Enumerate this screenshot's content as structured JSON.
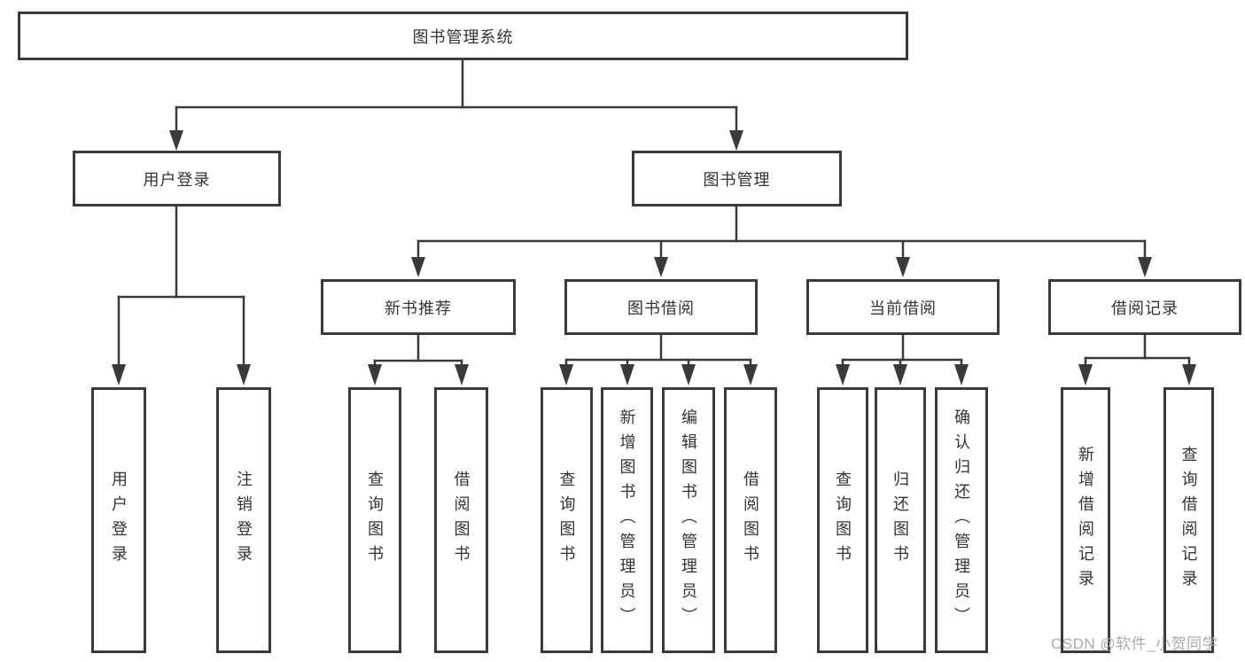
{
  "diagram": {
    "type": "hierarchy-tree",
    "orientation": "top-down",
    "colors": {
      "background": "#ffffff",
      "box_border": "#3a3a3a",
      "connector_line": "#3a3a3a",
      "text": "#333333",
      "watermark_text": "#a9a9b1"
    }
  },
  "tree": {
    "label": "图书管理系统",
    "children": [
      {
        "label": "用户登录",
        "children": [
          {
            "label": "用户登录"
          },
          {
            "label": "注销登录"
          }
        ]
      },
      {
        "label": "图书管理",
        "children": [
          {
            "label": "新书推荐",
            "children": [
              {
                "label": "查询图书"
              },
              {
                "label": "借阅图书"
              }
            ]
          },
          {
            "label": "图书借阅",
            "children": [
              {
                "label": "查询图书"
              },
              {
                "label": "新增图书（管理员）"
              },
              {
                "label": "编辑图书（管理员）"
              },
              {
                "label": "借阅图书"
              }
            ]
          },
          {
            "label": "当前借阅",
            "children": [
              {
                "label": "查询图书"
              },
              {
                "label": "归还图书"
              },
              {
                "label": "确认归还（管理员）"
              }
            ]
          },
          {
            "label": "借阅记录",
            "children": [
              {
                "label": "新增借阅记录"
              },
              {
                "label": "查询借阅记录"
              }
            ]
          }
        ]
      }
    ]
  },
  "watermark": "CSDN @软件_小贺同学"
}
